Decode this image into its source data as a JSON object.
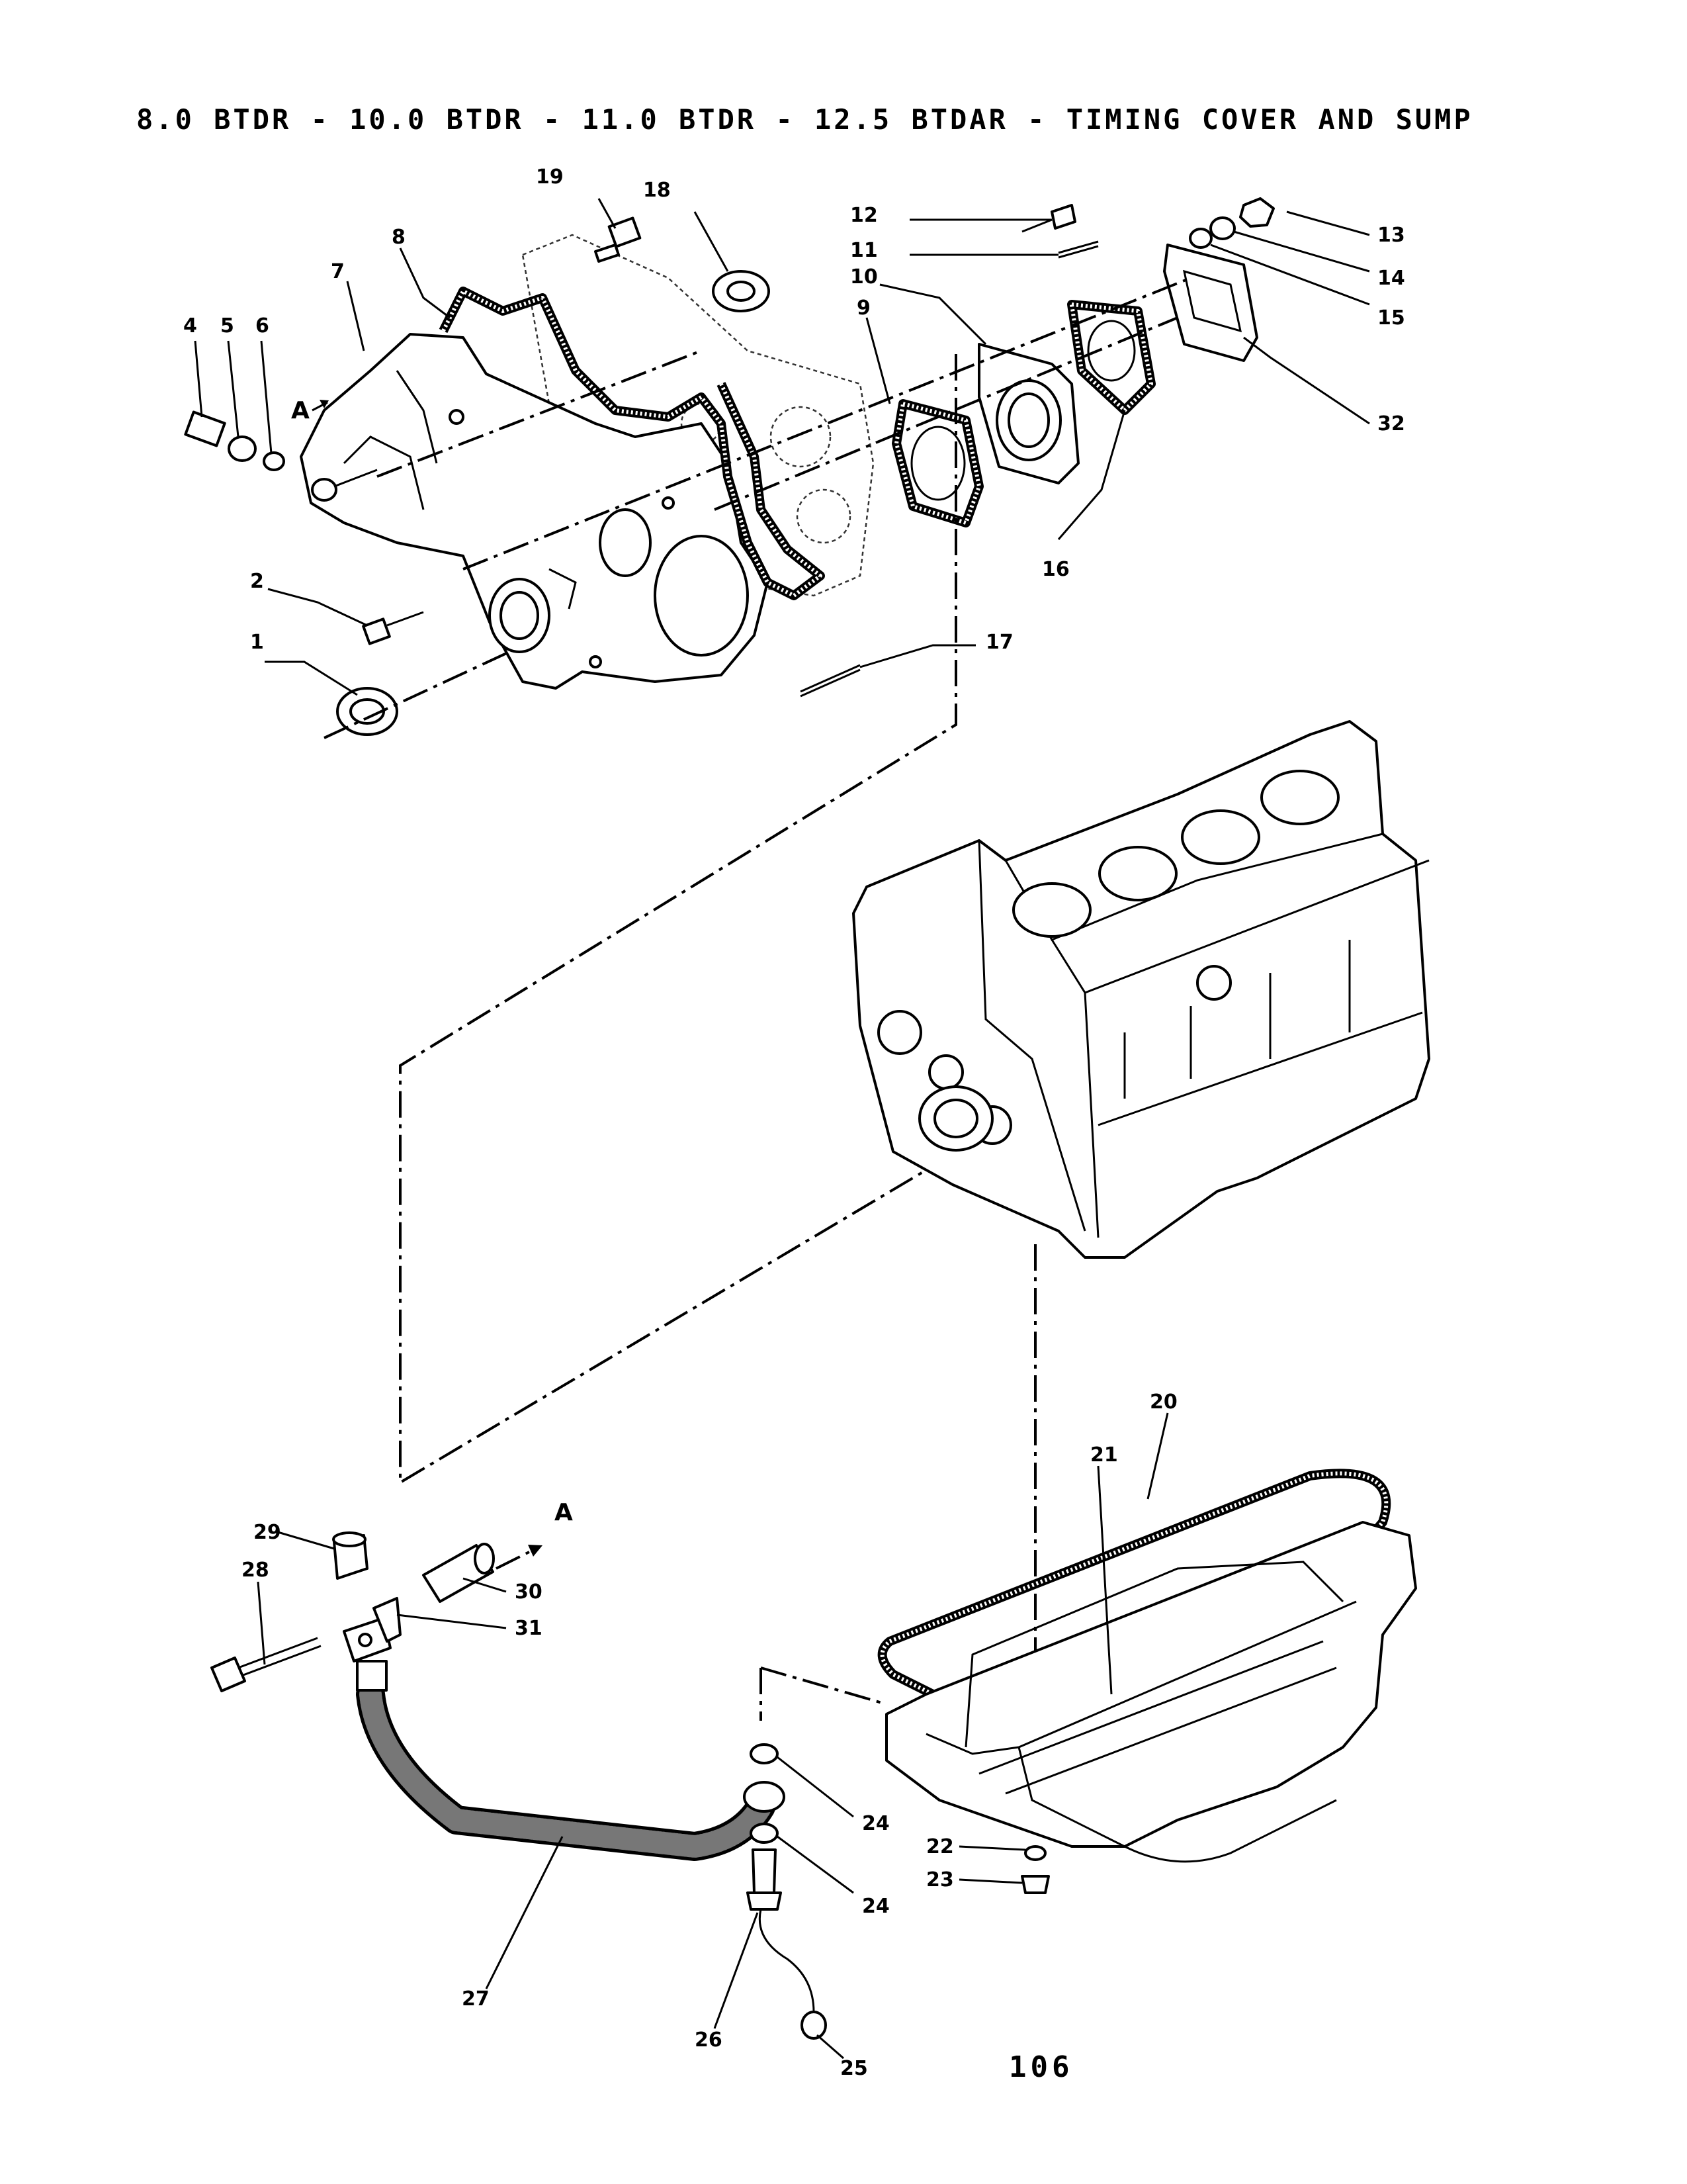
{
  "header": {
    "title": "8.0 BTDR - 10.0 BTDR - 11.0 BTDR - 12.5 BTDAR - TIMING COVER AND SUMP"
  },
  "footer": {
    "page_number": "106"
  },
  "diagram": {
    "view_markers": [
      "A",
      "A"
    ],
    "callouts": [
      "1",
      "2",
      "4",
      "5",
      "6",
      "7",
      "8",
      "9",
      "10",
      "11",
      "12",
      "13",
      "14",
      "15",
      "16",
      "17",
      "18",
      "19",
      "20",
      "21",
      "22",
      "23",
      "24",
      "24",
      "25",
      "26",
      "27",
      "28",
      "29",
      "30",
      "31",
      "32"
    ]
  },
  "colors": {
    "ink": "#000000",
    "paper": "#ffffff"
  }
}
